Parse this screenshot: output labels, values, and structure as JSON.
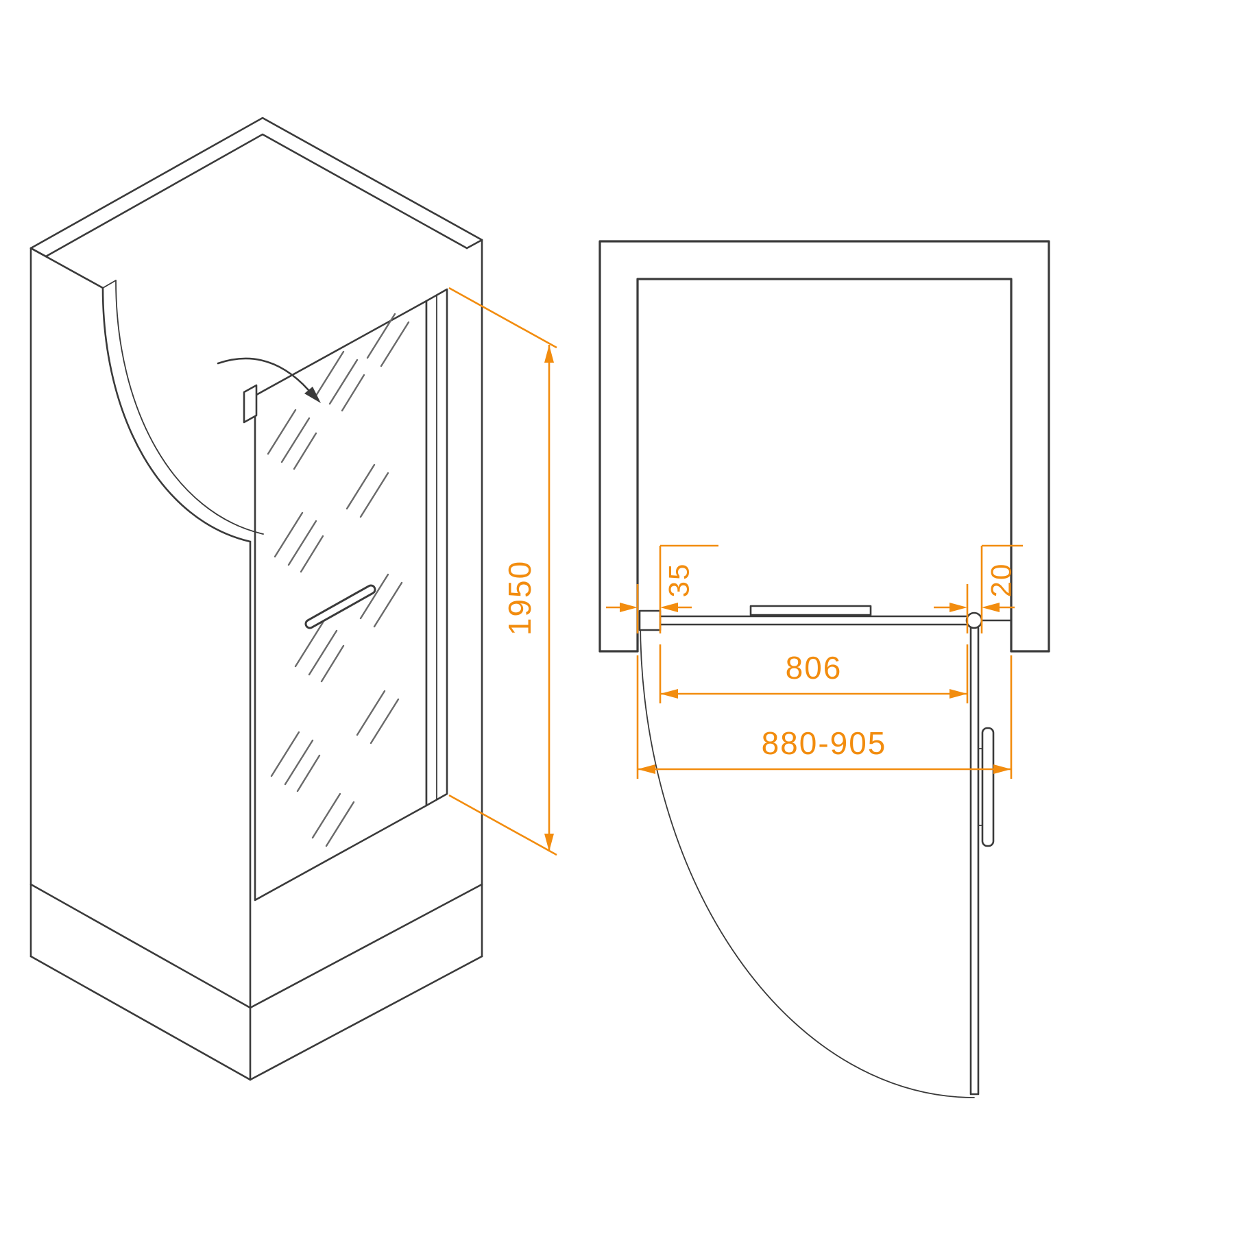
{
  "colors": {
    "dimension_accent": "#F28C0E",
    "line_ink": "#3A3A3A",
    "background": "#FFFFFF"
  },
  "dimensions": {
    "door_height": "1950",
    "left_profile_width": "35",
    "hinge_gap": "20",
    "glass_width": "806",
    "total_width_range": "880-905"
  }
}
